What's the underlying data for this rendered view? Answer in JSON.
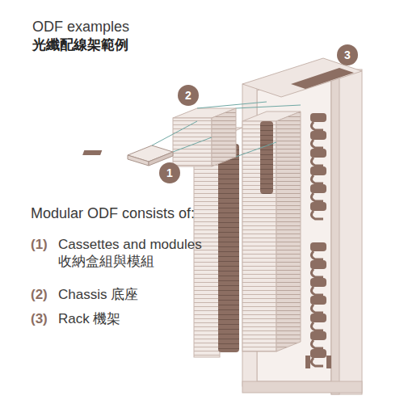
{
  "diagram": {
    "title": "ODF examples",
    "nodes": [
      {
        "text": [
          "3"
        ]
      },
      {
        "text": [
          "2"
        ]
      },
      {
        "text": [
          "1"
        ]
      }
    ],
    "labels": [
      "光纖配線架範例",
      "Modular ODF consists of:",
      "(1)",
      "Cassettes and modules 收納盒組與模組",
      "(2)",
      "Chassis 底座",
      "(3)",
      "Rack 機架"
    ]
  }
}
